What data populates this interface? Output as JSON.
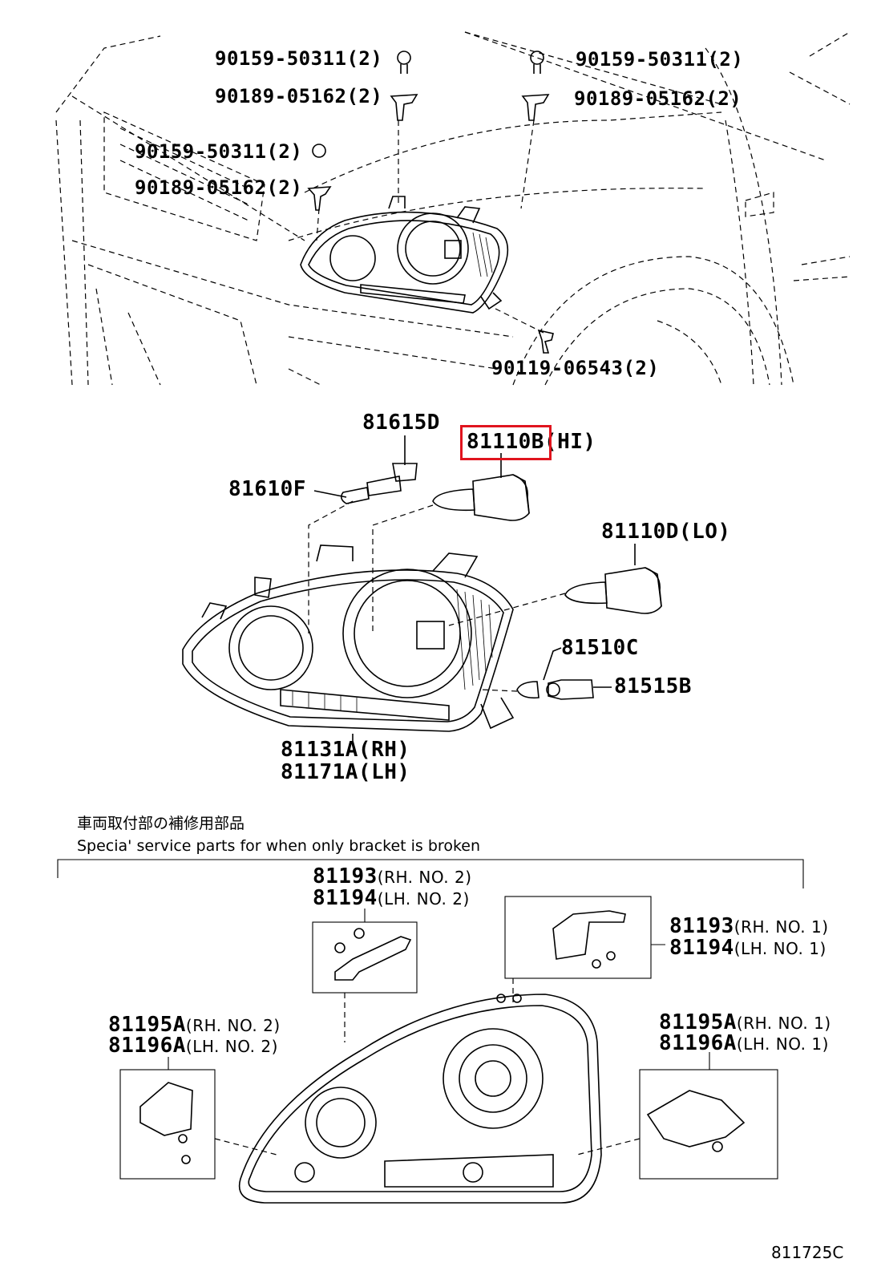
{
  "diagram": {
    "code": "811725C",
    "top_labels": {
      "screw_left_1": "90159-50311(2)",
      "clip_left_1": "90189-05162(2)",
      "screw_left_2": "90159-50311(2)",
      "clip_left_2": "90189-05162(2)",
      "screw_right": "90159-50311(2)",
      "clip_right": "90189-05162(2)",
      "bolt_bottom": "90119-06543(2)"
    },
    "middle_labels": {
      "socket": "81615D",
      "hi_bulb_part": "81110B",
      "hi_bulb_suffix": "(HI)",
      "small_bulb": "81610F",
      "lo_bulb": "81110D(LO)",
      "side_bulb": "81510C",
      "side_socket": "81515B",
      "lamp_rh": "81131A(RH)",
      "lamp_lh": "81171A(LH)"
    },
    "note": {
      "jp": "車両取付部の補修用部品",
      "en": "Specia' service parts for when only bracket is broken"
    },
    "bracket_labels": {
      "b2_rh_part": "81193",
      "b2_rh_suffix": "(RH. NO. 2)",
      "b2_lh_part": "81194",
      "b2_lh_suffix": "(LH. NO. 2)",
      "b1_rh_part": "81193",
      "b1_rh_suffix": "(RH. NO. 1)",
      "b1_lh_part": "81194",
      "b1_lh_suffix": "(LH. NO. 1)",
      "a2_rh_part": "81195A",
      "a2_rh_suffix": "(RH. NO. 2)",
      "a2_lh_part": "81196A",
      "a2_lh_suffix": "(LH. NO. 2)",
      "a1_rh_part": "81195A",
      "a1_rh_suffix": "(RH. NO. 1)",
      "a1_lh_part": "81196A",
      "a1_lh_suffix": "(LH. NO. 1)"
    },
    "highlight_color": "#e0141e"
  }
}
